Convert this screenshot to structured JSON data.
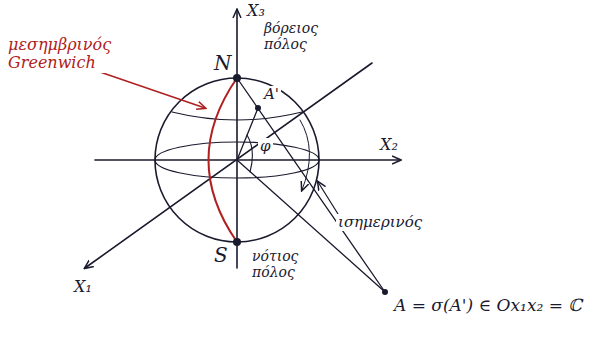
{
  "diagram": {
    "labels": [
      "X₃",
      "N",
      "βόρειος πόλος",
      "μεσημβρινός Greenwich",
      "A'",
      "φ",
      "X₂",
      "ισημερινός",
      "X₁",
      "S",
      "νότιος πόλος",
      "A = σ(A') ∈ Ox₁x₂ = ℂ"
    ]
  }
}
